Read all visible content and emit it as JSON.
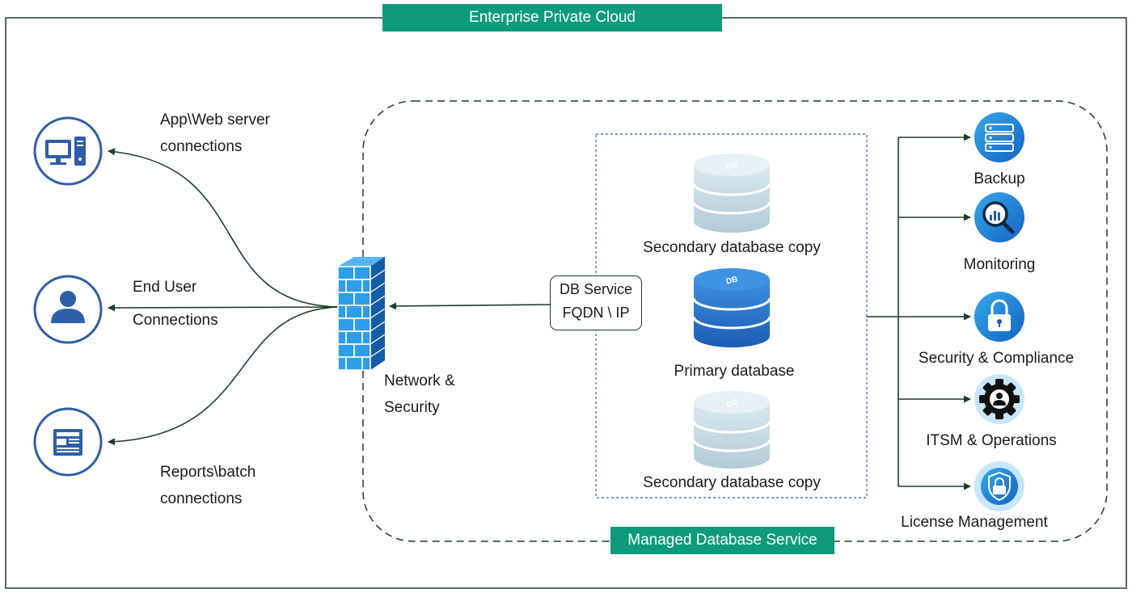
{
  "title": "Enterprise Private Cloud",
  "managed_label": "Managed Database Service",
  "colors": {
    "banner": "#0e9b7c",
    "frame": "#1d3d2a",
    "icon_outline": "#2f5ea8",
    "db_primary": "#2670c9",
    "db_secondary": "#c9dce6",
    "service_icon": "#1a86d4"
  },
  "clients": [
    {
      "icon": "desktop-computer-icon",
      "label_line1": "App\\Web server",
      "label_line2": "connections"
    },
    {
      "icon": "user-icon",
      "label_line1": "End User",
      "label_line2": "Connections"
    },
    {
      "icon": "report-document-icon",
      "label_line1": "Reports\\batch",
      "label_line2": "connections"
    }
  ],
  "network": {
    "icon": "firewall-icon",
    "label_line1": "Network &",
    "label_line2": "Security"
  },
  "endpoint": {
    "line1": "DB Service",
    "line2": "FQDN \\ IP"
  },
  "databases": [
    {
      "icon": "secondary-database-icon",
      "label": "Secondary database copy",
      "db_badge": "DB"
    },
    {
      "icon": "primary-database-icon",
      "label": "Primary database",
      "db_badge": "DB"
    },
    {
      "icon": "secondary-database-icon",
      "label": "Secondary database copy",
      "db_badge": "DB"
    }
  ],
  "services": [
    {
      "icon": "backup-server-icon",
      "label": "Backup"
    },
    {
      "icon": "monitoring-magnifier-icon",
      "label": "Monitoring"
    },
    {
      "icon": "lock-icon",
      "label": "Security & Compliance"
    },
    {
      "icon": "gear-person-icon",
      "label": "ITSM & Operations"
    },
    {
      "icon": "shield-lock-icon",
      "label": "License Management"
    }
  ]
}
